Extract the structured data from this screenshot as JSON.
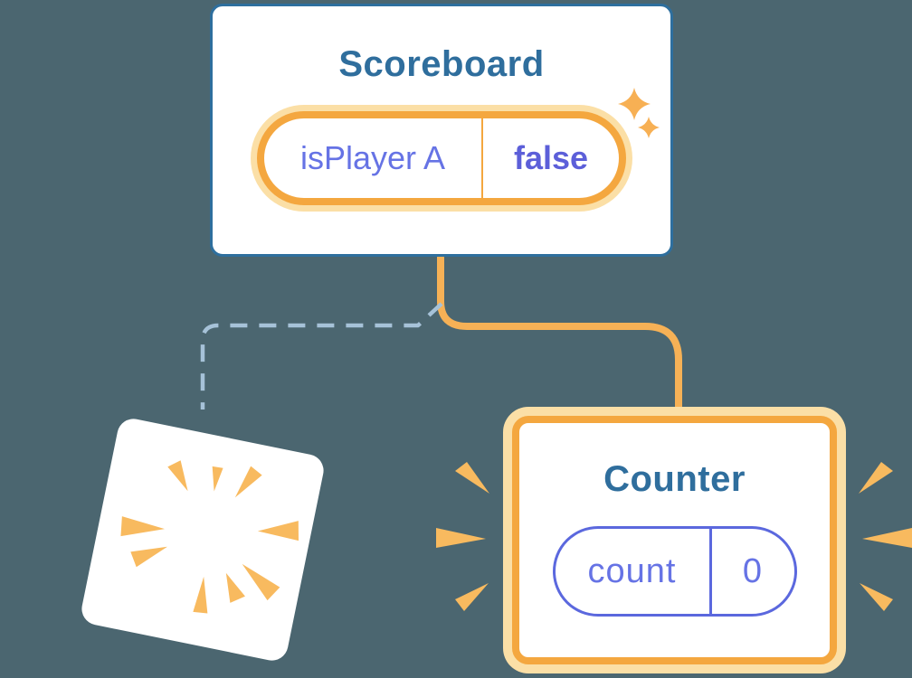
{
  "colors": {
    "background": "#4B6670",
    "card-bg": "#FFFFFF",
    "card-border-blue": "#2E6F9E",
    "title-blue": "#2F6E9D",
    "accent-orange": "#F4A73F",
    "accent-orange-light": "#FBDFA6",
    "connector-orange": "#F6B156",
    "dashed-blue": "#A6C2D8",
    "state-purple": "#6673E5",
    "state-value-purple": "#5C5FD9",
    "pill-purple": "#5B68DE",
    "spark-orange": "#F8BA5F",
    "sparkle-orange": "#F7B054"
  },
  "scoreboard": {
    "title": "Scoreboard",
    "state": {
      "name": "isPlayer A",
      "value": "false"
    }
  },
  "counter": {
    "title": "Counter",
    "state": {
      "name": "count",
      "value": "0"
    }
  }
}
